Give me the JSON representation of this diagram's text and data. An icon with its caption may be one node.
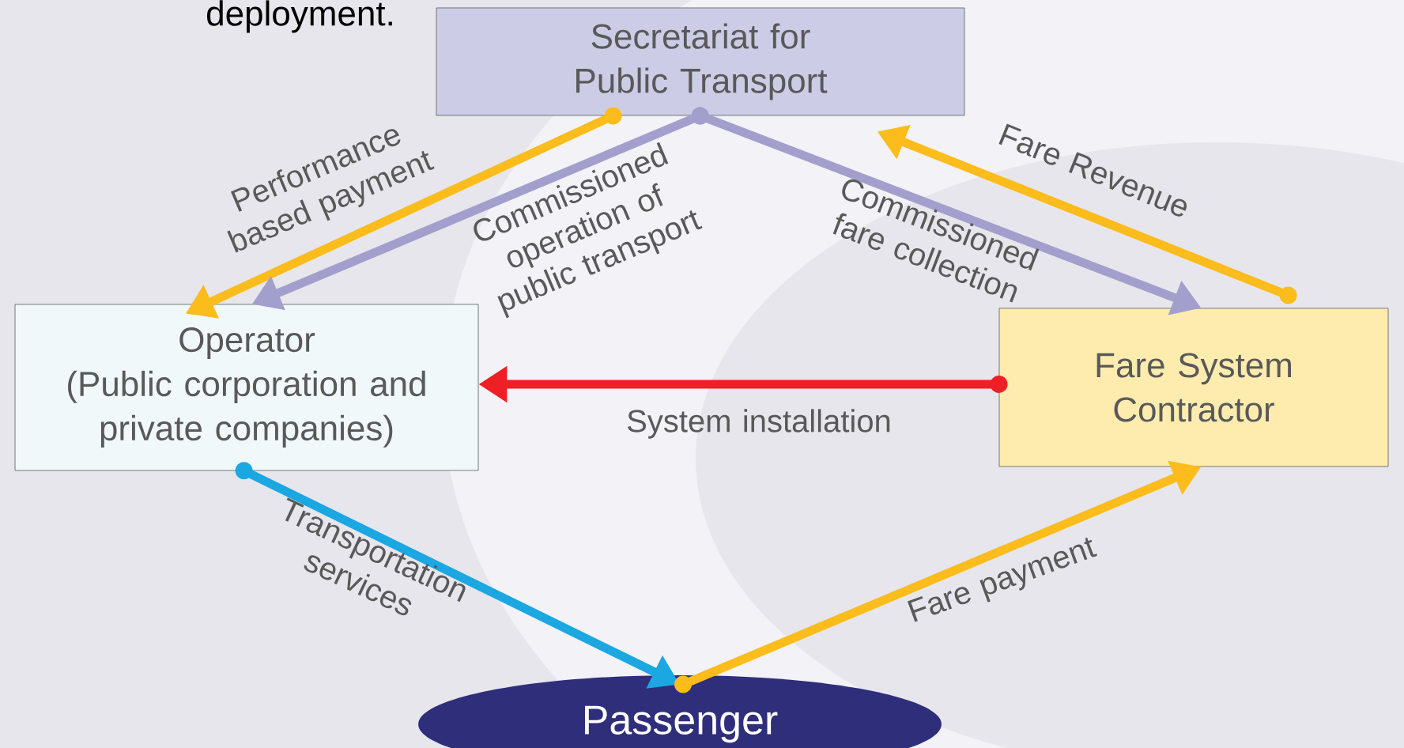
{
  "diagram": {
    "nodes": [
      {
        "text": [
          "Secretariat for Public Transport"
        ]
      },
      {
        "text": [
          "Operator",
          "(Public corporation and private companies)"
        ]
      },
      {
        "text": [
          "Fare System Contractor"
        ]
      },
      {
        "text": [
          "Passenger"
        ]
      }
    ],
    "edges": [
      {
        "from": 0,
        "to": 1,
        "arrow": "to",
        "label": "Performance based payment",
        "color": "#fbbc1c"
      },
      {
        "from": 0,
        "to": 1,
        "arrow": "to",
        "label": "Commissioned operation of public transport",
        "color": "#a39fcd"
      },
      {
        "from": 0,
        "to": 2,
        "arrow": "to",
        "label": "Commissioned fare collection",
        "color": "#a39fcd"
      },
      {
        "from": 2,
        "to": 0,
        "arrow": "to",
        "label": "Fare Revenue",
        "color": "#fbbc1c"
      },
      {
        "from": 2,
        "to": 1,
        "arrow": "to",
        "label": "System installation",
        "color": "#ee2026"
      },
      {
        "from": 1,
        "to": 3,
        "arrow": "to",
        "label": "Transportation services",
        "color": "#1ba7e1"
      },
      {
        "from": 3,
        "to": 2,
        "arrow": "to",
        "label": "Fare payment",
        "color": "#fbbc1c"
      }
    ],
    "labels": [
      "deployment."
    ]
  }
}
